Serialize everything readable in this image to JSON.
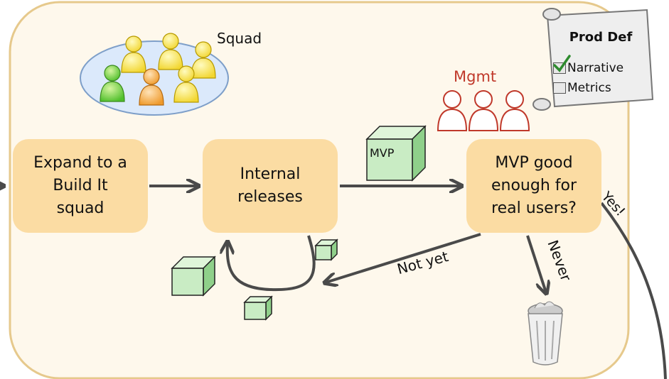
{
  "squad": {
    "label": "Squad"
  },
  "mgmt": {
    "label": "Mgmt"
  },
  "prod_def": {
    "title": "Prod Def",
    "items": [
      {
        "label": "Narrative",
        "checked": true
      },
      {
        "label": "Metrics",
        "checked": false
      }
    ]
  },
  "nodes": {
    "expand": "Expand to a\nBuild It\nsquad",
    "internal": "Internal\nreleases",
    "decision": "MVP good\nenough for\nreal users?"
  },
  "mvp_box": {
    "label": "MVP"
  },
  "edges": {
    "yes": "Yes!",
    "not_yet": "Not yet",
    "never": "Never"
  },
  "colors": {
    "node_fill": "#fbdca3",
    "frame_fill": "#fef8ec",
    "frame_border": "#e6c98c",
    "mgmt_red": "#c0392b",
    "cube_fill": "#c9ecc4"
  },
  "icons": [
    "squad-people-icon",
    "mgmt-people-icon",
    "cube-icon",
    "trash-can-icon",
    "scroll-icon",
    "checkmark-icon"
  ]
}
